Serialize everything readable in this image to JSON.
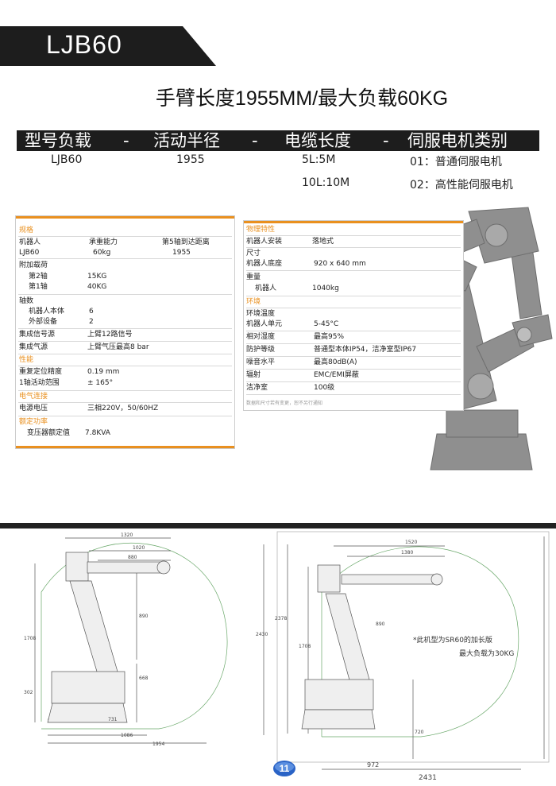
{
  "title": "LJB60",
  "headline": "手臂长度1955MM/最大负载60KG",
  "model_bar": [
    "型号负载",
    "-",
    "活动半径",
    "-",
    "电缆长度",
    "-",
    "伺服电机类别"
  ],
  "model_values": {
    "model": "LJB60",
    "reach": "1955",
    "cable_1": "5L:5M",
    "cable_2": "10L:10M",
    "motor_1": "01：普通伺服电机",
    "motor_2": "02：高性能伺服电机"
  },
  "left_spec": {
    "section_spec": "规格",
    "hdr_robot": "机器人",
    "hdr_payload": "承重能力",
    "hdr_reach": "第5轴到达距离",
    "robot": "LJB60",
    "payload": "60kg",
    "reach": "1955",
    "extra_load": "附加载荷",
    "axis2": "第2轴",
    "axis2_val": "15KG",
    "axis1": "第1轴",
    "axis1_val": "40KG",
    "axes": "轴数",
    "robot_body": "机器人本体",
    "robot_body_val": "6",
    "external": "外部设备",
    "external_val": "2",
    "signal": "集成信号源",
    "signal_val": "上臂12路信号",
    "air": "集成气源",
    "air_val": "上臂气压最高8 bar",
    "section_perf": "性能",
    "repeat": "重复定位精度",
    "repeat_val": "0.19 mm",
    "range1": "1轴活动范围",
    "range1_val": "± 165°",
    "section_elec": "电气连接",
    "voltage": "电源电压",
    "voltage_val": "三相220V，50/60HZ",
    "section_power": "额定功率",
    "transformer": "变压器额定值",
    "transformer_val": "7.8KVA"
  },
  "right_spec": {
    "section_phys": "物理特性",
    "mount": "机器人安装",
    "mount_val": "落地式",
    "size": "尺寸",
    "base": "机器人底座",
    "base_val": "920 x 640 mm",
    "weight": "重量",
    "weight_robot": "机器人",
    "weight_val": "1040kg",
    "section_env": "环境",
    "temp": "环境温度",
    "temp_unit": "机器人单元",
    "temp_val": "5-45°C",
    "humidity": "相对湿度",
    "humidity_val": "最高95%",
    "protection": "防护等级",
    "protection_val": "普通型本体IP54，洁净室型IP67",
    "noise": "噪音水平",
    "noise_val": "最高80dB(A)",
    "radiation": "辐射",
    "radiation_val": "EMC/EMI屏蔽",
    "clean": "洁净室",
    "clean_val": "100级",
    "note": "数据和尺寸若有变更，恕不另行通知"
  },
  "drawing_left": {
    "d1320": "1320",
    "d1020": "1020",
    "d880": "880",
    "d890": "890",
    "d1708": "1708",
    "d2430": "2430",
    "d668": "668",
    "d302": "302",
    "d731": "731",
    "d1086": "1086",
    "d1954": "1954"
  },
  "drawing_right": {
    "d1520": "1520",
    "d1380": "1380",
    "d890": "890",
    "d2378": "2378",
    "d1708": "1708",
    "d720": "720",
    "d972": "972",
    "d2431": "2431",
    "note_1": "*此机型为SR60的加长版",
    "note_2": "最大负载为30KG"
  },
  "page_number": "11",
  "colors": {
    "accent": "#e9901f",
    "dark": "#1d1d1d",
    "robot_gray": "#8f8f8f"
  }
}
